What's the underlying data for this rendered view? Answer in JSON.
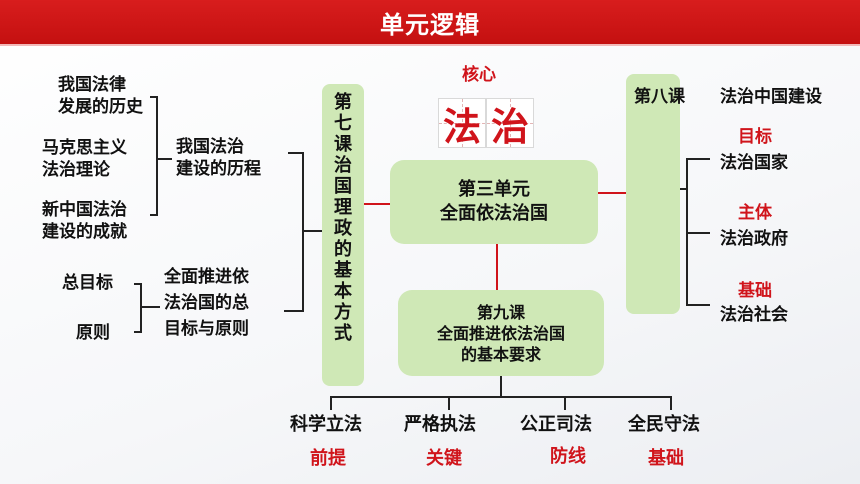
{
  "header": {
    "title": "单元逻辑"
  },
  "core": {
    "label": "核心",
    "chars": [
      "法",
      "治"
    ]
  },
  "center": {
    "line1": "第三单元",
    "line2": "全面依法治国"
  },
  "lesson7": {
    "title": "第七课 治国理政的基本方式",
    "history_group": "我国法治建设的历程",
    "history_items": [
      "我国法律发展的历史",
      "马克思主义法治理论",
      "新中国法治建设的成就"
    ],
    "goal_group": "全面推进依法治国的总目标与原则",
    "goal_items": [
      "总目标",
      "原则"
    ]
  },
  "lesson8": {
    "title": "第八课",
    "subtitle": "法治中国建设",
    "items": [
      {
        "role": "目标",
        "text": "法治国家"
      },
      {
        "role": "主体",
        "text": "法治政府"
      },
      {
        "role": "基础",
        "text": "法治社会"
      }
    ]
  },
  "lesson9": {
    "line1": "第九课",
    "line2": "全面推进依法治国",
    "line3": "的基本要求",
    "items": [
      {
        "text": "科学立法",
        "role": "前提"
      },
      {
        "text": "严格执法",
        "role": "关键"
      },
      {
        "text": "公正司法",
        "role": "防线"
      },
      {
        "text": "全民守法",
        "role": "基础"
      }
    ]
  },
  "colors": {
    "header_red": "#c41010",
    "box_green": "#cfe8b6",
    "accent_red": "#d0141b"
  }
}
